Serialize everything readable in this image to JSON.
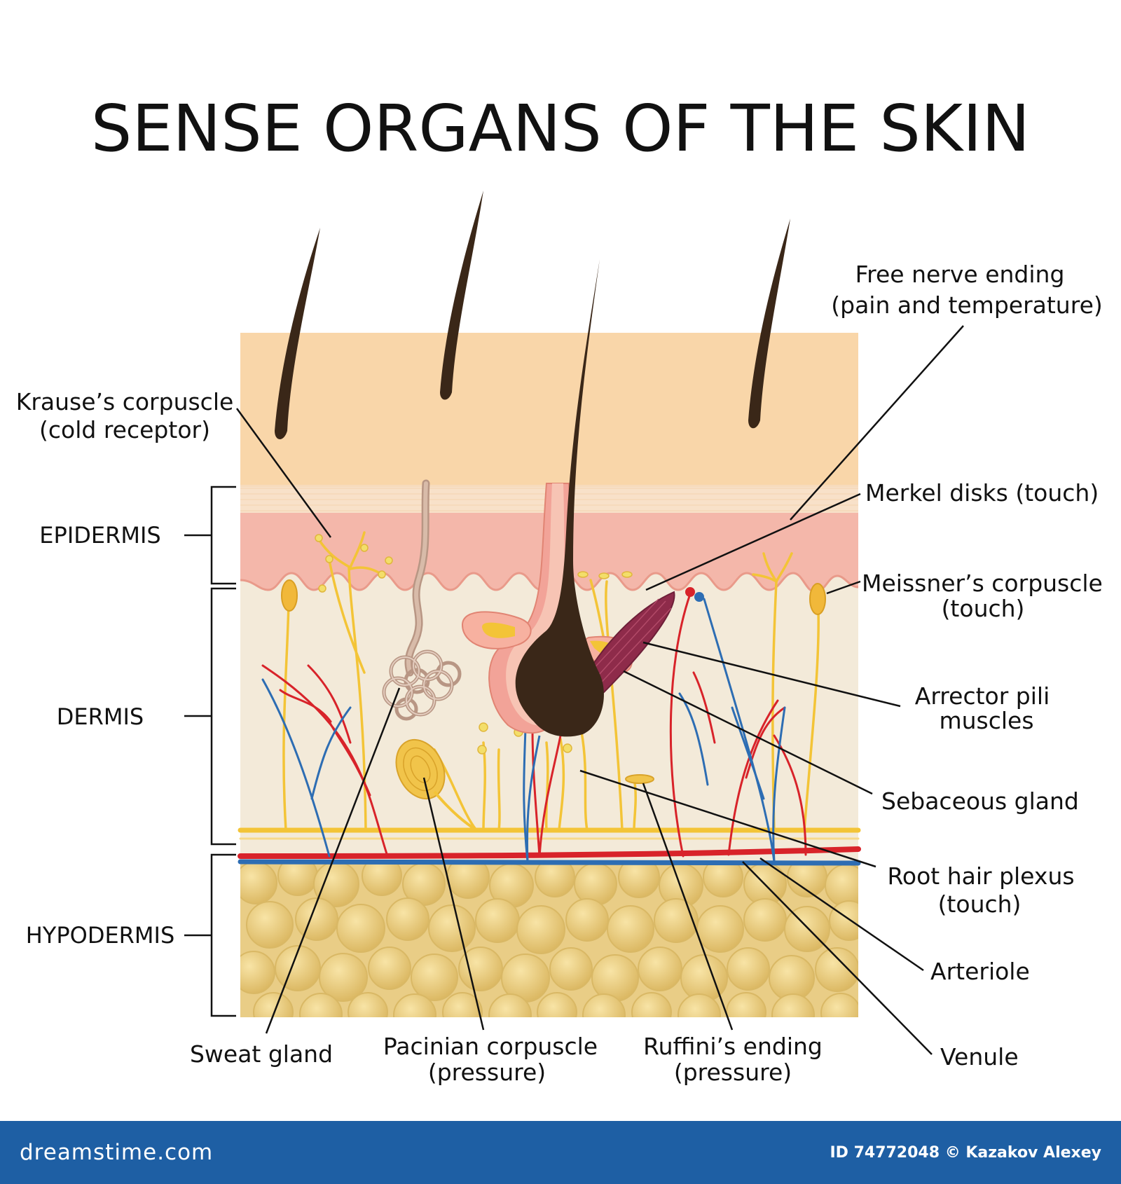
{
  "title": "SENSE ORGANS OF THE SKIN",
  "layers": {
    "epidermis": "EPIDERMIS",
    "dermis": "DERMIS",
    "hypodermis": "HYPODERMIS"
  },
  "labels": {
    "free_nerve_1": "Free nerve ending",
    "free_nerve_2": "(pain and temperature)",
    "krause_1": "Krause’s corpuscle",
    "krause_2": "(cold receptor)",
    "merkel": "Merkel disks (touch)",
    "meissner_1": "Meissner’s corpuscle",
    "meissner_2": "(touch)",
    "arrector_1": "Arrector pili",
    "arrector_2": "muscles",
    "sebaceous": "Sebaceous gland",
    "root_hair_1": "Root hair plexus",
    "root_hair_2": "(touch)",
    "arteriole": "Arteriole",
    "venule": "Venule",
    "sweat": "Sweat gland",
    "pacinian_1": "Pacinian corpuscle",
    "pacinian_2": "(pressure)",
    "ruffini_1": "Ruffini’s ending",
    "ruffini_2": "(pressure)"
  },
  "footer": {
    "site": "dreamstime.com",
    "credit": "ID 74772048 © Kazakov Alexey"
  },
  "colors": {
    "footer_bg": "#1e5fa4",
    "stratum_corneum": "#f9d6a9",
    "epidermis": "#f4b7aa",
    "dermis": "#f3ead9",
    "hypodermis": "#e9cd86",
    "hair": "#3a2718",
    "arteriole": "#d8232a",
    "venule": "#2d6db3",
    "nerve": "#f3c437",
    "muscle": "#8e2b4a"
  }
}
